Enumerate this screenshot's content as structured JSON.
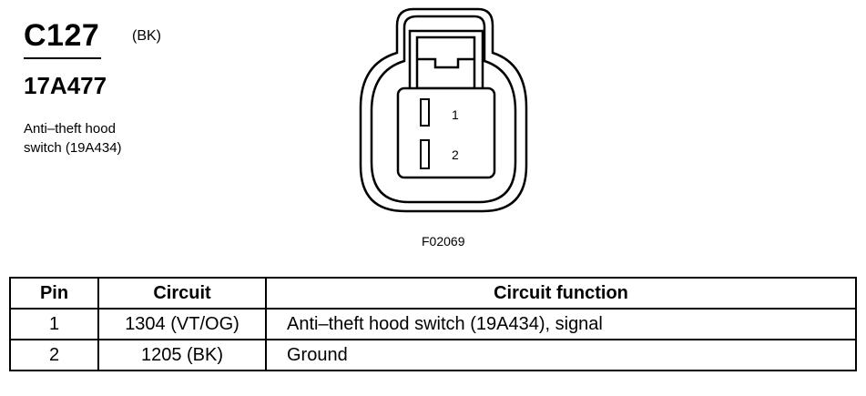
{
  "connector": {
    "id": "C127",
    "color_code": "(BK)",
    "part_number": "17A477",
    "description_lines": [
      "Anti–theft hood",
      "switch (19A434)"
    ],
    "figure_code": "F02069",
    "pins": [
      {
        "label": "1"
      },
      {
        "label": "2"
      }
    ]
  },
  "table": {
    "headers": {
      "pin": "Pin",
      "circuit": "Circuit",
      "function": "Circuit function"
    },
    "rows": [
      {
        "pin": "1",
        "circuit": "1304 (VT/OG)",
        "function": "Anti–theft hood switch (19A434), signal"
      },
      {
        "pin": "2",
        "circuit": "1205 (BK)",
        "function": "Ground"
      }
    ]
  }
}
